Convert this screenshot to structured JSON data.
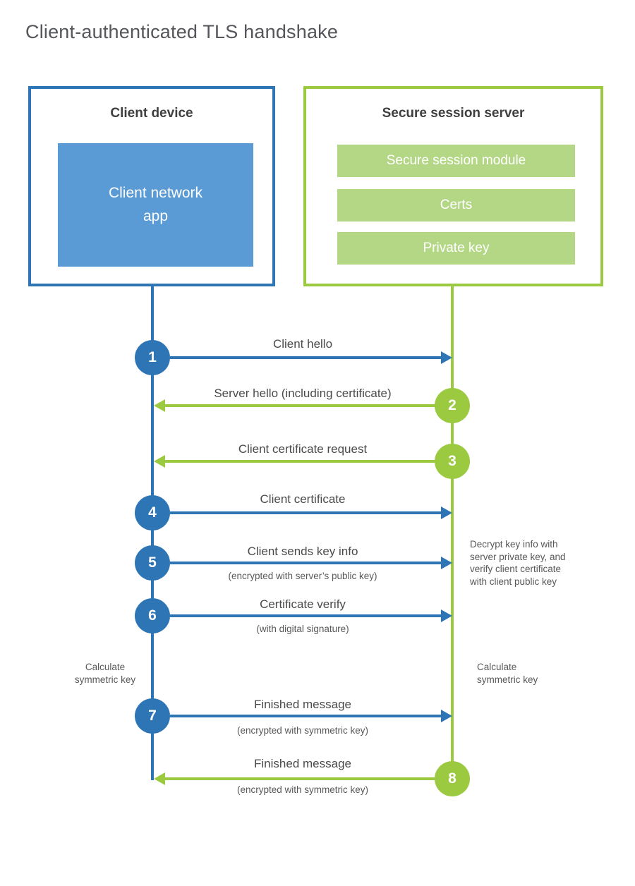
{
  "title": "Client-authenticated TLS handshake",
  "colors": {
    "blue": "#2e75b6",
    "light_blue": "#5b9bd5",
    "green": "#9bca41",
    "light_green": "#b4d786"
  },
  "client": {
    "title": "Client device",
    "app_label": "Client network\napp"
  },
  "server": {
    "title": "Secure session server",
    "modules": [
      "Secure session module",
      "Certs",
      "Private key"
    ]
  },
  "steps": [
    {
      "number": "1",
      "direction": "client-to-server",
      "label": "Client hello",
      "sublabel": ""
    },
    {
      "number": "2",
      "direction": "server-to-client",
      "label": "Server hello (including certificate)",
      "sublabel": ""
    },
    {
      "number": "3",
      "direction": "server-to-client",
      "label": "Client certificate request",
      "sublabel": ""
    },
    {
      "number": "4",
      "direction": "client-to-server",
      "label": "Client certificate",
      "sublabel": ""
    },
    {
      "number": "5",
      "direction": "client-to-server",
      "label": "Client sends key info",
      "sublabel": "(encrypted with server’s public key)"
    },
    {
      "number": "6",
      "direction": "client-to-server",
      "label": "Certificate verify",
      "sublabel": "(with digital signature)"
    },
    {
      "number": "7",
      "direction": "client-to-server",
      "label": "Finished message",
      "sublabel": "(encrypted with symmetric key)"
    },
    {
      "number": "8",
      "direction": "server-to-client",
      "label": "Finished message",
      "sublabel": "(encrypted with symmetric key)"
    }
  ],
  "annotations": {
    "decrypt_note": "Decrypt key info with\nserver private key, and\nverify client certificate\nwith client public key",
    "calculate_left": "Calculate\nsymmetric key",
    "calculate_right": "Calculate\nsymmetric key"
  }
}
